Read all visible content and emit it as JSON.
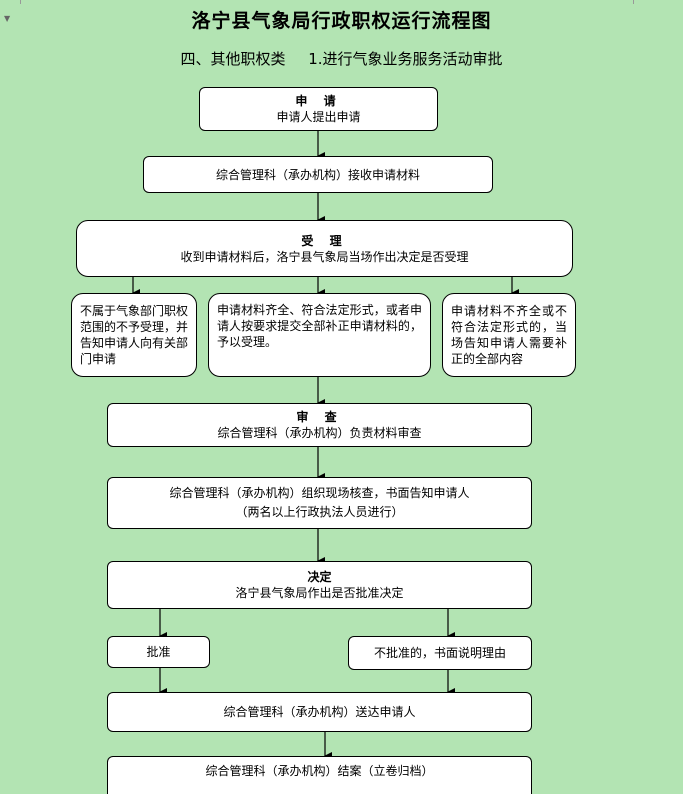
{
  "title": "洛宁县气象局行政职权运行流程图",
  "subtitle": {
    "category": "四、其他职权类",
    "item": "1.进行气象业务服务活动审批"
  },
  "nodes": {
    "apply": {
      "head": "申 请",
      "body": "申请人提出申请"
    },
    "receive": {
      "body": "综合管理科（承办机构）接收申请材料"
    },
    "accept": {
      "head": "受 理",
      "body": "收到申请材料后，洛宁县气象局当场作出决定是否受理"
    },
    "branch_reject": {
      "body": "不属于气象部门职权范围的不予受理，并告知申请人向有关部门申请"
    },
    "branch_accept": {
      "body": "申请材料齐全、符合法定形式，或者申请人按要求提交全部补正申请材料的，予以受理。"
    },
    "branch_incomplete": {
      "body": "申请材料不齐全或不符合法定形式的，当场告知申请人需要补正的全部内容"
    },
    "review": {
      "head": "审 查",
      "body": "综合管理科（承办机构）负责材料审查"
    },
    "inspect": {
      "line1": "综合管理科（承办机构）组织现场核查，书面告知申请人",
      "line2": "（两名以上行政执法人员进行）"
    },
    "decide": {
      "head": "决定",
      "body": "洛宁县气象局作出是否批准决定"
    },
    "approve": {
      "body": "批准"
    },
    "disapprove": {
      "body": "不批准的，书面说明理由"
    },
    "deliver": {
      "body": "综合管理科（承办机构）送达申请人"
    },
    "archive": {
      "body": "综合管理科（承办机构）结案（立卷归档）"
    }
  }
}
